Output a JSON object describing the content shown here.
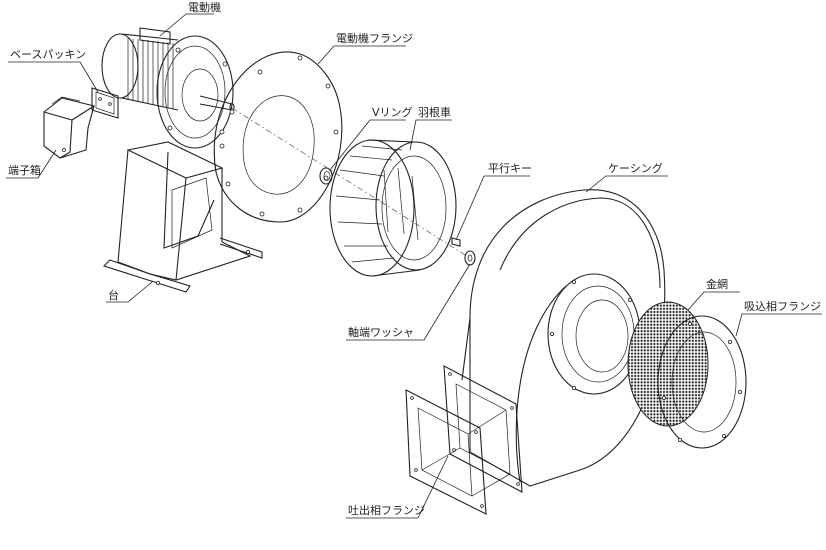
{
  "labels": {
    "motor": "電動機",
    "base_packing": "ベースパッキン",
    "motor_flange": "電動機フランジ",
    "v_ring": "Vリング",
    "impeller": "羽根車",
    "terminal_box": "端子箱",
    "parallel_key": "平行キー",
    "casing": "ケーシング",
    "stand": "台",
    "shaft_washer": "軸端ワッシャ",
    "wire_mesh": "金網",
    "inlet_flange": "吸込相フランジ",
    "outlet_flange": "吐出相フランジ"
  },
  "colors": {
    "line": "#222222",
    "background": "#ffffff"
  }
}
